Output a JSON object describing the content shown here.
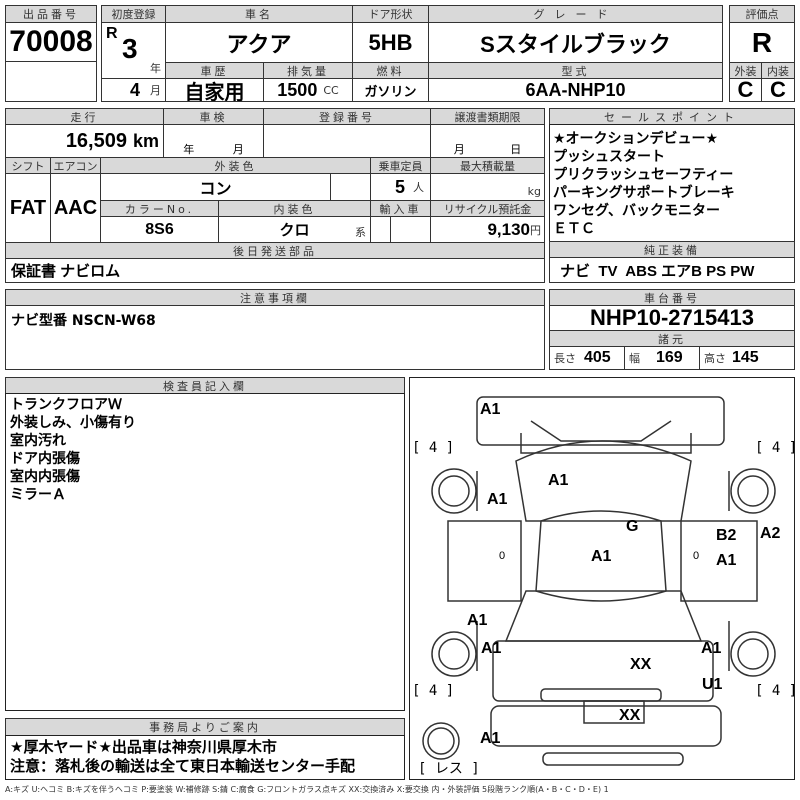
{
  "lot": {
    "label": "出品番号",
    "value": "70008"
  },
  "first_reg": {
    "label": "初度登録",
    "era": "R",
    "year": "3",
    "year_unit": "年",
    "month": "4",
    "month_unit": "月"
  },
  "car_name": {
    "label": "車名",
    "value": "アクア"
  },
  "door": {
    "label": "ドア形状",
    "value": "5HB"
  },
  "grade": {
    "label": "グレード",
    "value": "Sスタイルブラック"
  },
  "score": {
    "label": "評価点",
    "value": "R",
    "ext_label": "外装",
    "int_label": "内装",
    "ext": "C",
    "int": "C"
  },
  "history": {
    "label": "車歴",
    "value": "自家用"
  },
  "displacement": {
    "label": "排気量",
    "value": "1500",
    "unit": "CC"
  },
  "fuel": {
    "label": "燃料",
    "value": "ガソリン"
  },
  "model": {
    "label": "型式",
    "value": "6AA-NHP10"
  },
  "mileage": {
    "label": "走行",
    "value": "16,509",
    "unit": "km"
  },
  "inspection": {
    "label": "車検",
    "year_unit": "年",
    "month_unit": "月"
  },
  "reg_no": {
    "label": "登録番号"
  },
  "transfer": {
    "label": "譲渡書類期限",
    "month_unit": "月",
    "day_unit": "日"
  },
  "shift": {
    "label": "シフト",
    "value": "FAT"
  },
  "ac": {
    "label": "エアコン",
    "value": "AAC"
  },
  "ext_color": {
    "label": "外装色",
    "value": "コン"
  },
  "capacity": {
    "label": "乗車定員",
    "value": "5",
    "unit": "人"
  },
  "max_load": {
    "label": "最大積載量",
    "unit": "kg"
  },
  "color_no": {
    "label": "カラーNo.",
    "value": "8S6"
  },
  "int_color": {
    "label": "内装色",
    "value": "クロ",
    "unit": "系"
  },
  "import": {
    "label": "輸入車"
  },
  "recycle": {
    "label": "リサイクル預託金",
    "value": "9,130",
    "unit": "円"
  },
  "later_parts": {
    "label": "後日発送部品",
    "value": "保証書 ナビロム"
  },
  "sales_points": {
    "label": "セールスポイント",
    "items": [
      "★オークションデビュー★",
      "プッシュスタート",
      "プリクラッシュセーフティー",
      "パーキングサポートブレーキ",
      "ワンセグ、バックモニター",
      "ＥＴＣ"
    ]
  },
  "equipment": {
    "label": "純正装備",
    "value": "ナビ  TV  ABS エアB PS PW"
  },
  "notes": {
    "label": "注意事項欄",
    "value": "ナビ型番  NSCN-W68"
  },
  "chassis": {
    "label": "車台番号",
    "value": "NHP10-2715413"
  },
  "specs": {
    "label": "諸元",
    "length_label": "長さ",
    "length": "405",
    "width_label": "幅",
    "width": "169",
    "height_label": "高さ",
    "height": "145"
  },
  "inspector": {
    "label": "検査員記入欄",
    "items": [
      "トランクフロアＷ",
      "外装しみ、小傷有り",
      "室内汚れ",
      "ドア内張傷",
      "室内内張傷",
      "ミラーＡ"
    ]
  },
  "diagram": {
    "marks": [
      "A1",
      "A1",
      "A1",
      "G",
      "B2",
      "A2",
      "A1",
      "A1",
      "A1",
      "A1",
      "A1",
      "A1",
      "XX",
      "U1",
      "XX",
      "A1"
    ],
    "tires": [
      "[ 4 ]",
      "[ 4 ]",
      "[ 4 ]",
      "[ 4 ]"
    ],
    "zero": "0",
    "spare": "[ レス ]"
  },
  "office": {
    "label": "事務局よりご案内",
    "lines": [
      "★厚木ヤード★出品車は神奈川県厚木市",
      "注意：落札後の輸送は全て東日本輸送センター手配"
    ]
  },
  "legend": "A:キズ U:ヘコミ B:キズを伴うヘコミ P:要塗装 W:補修跡 S:錆 C:腐食 G:フロントガラス点キズ XX:交換済み X:要交換  内・外装評価  5段階ランク順(A・B・C・D・E) 1"
}
